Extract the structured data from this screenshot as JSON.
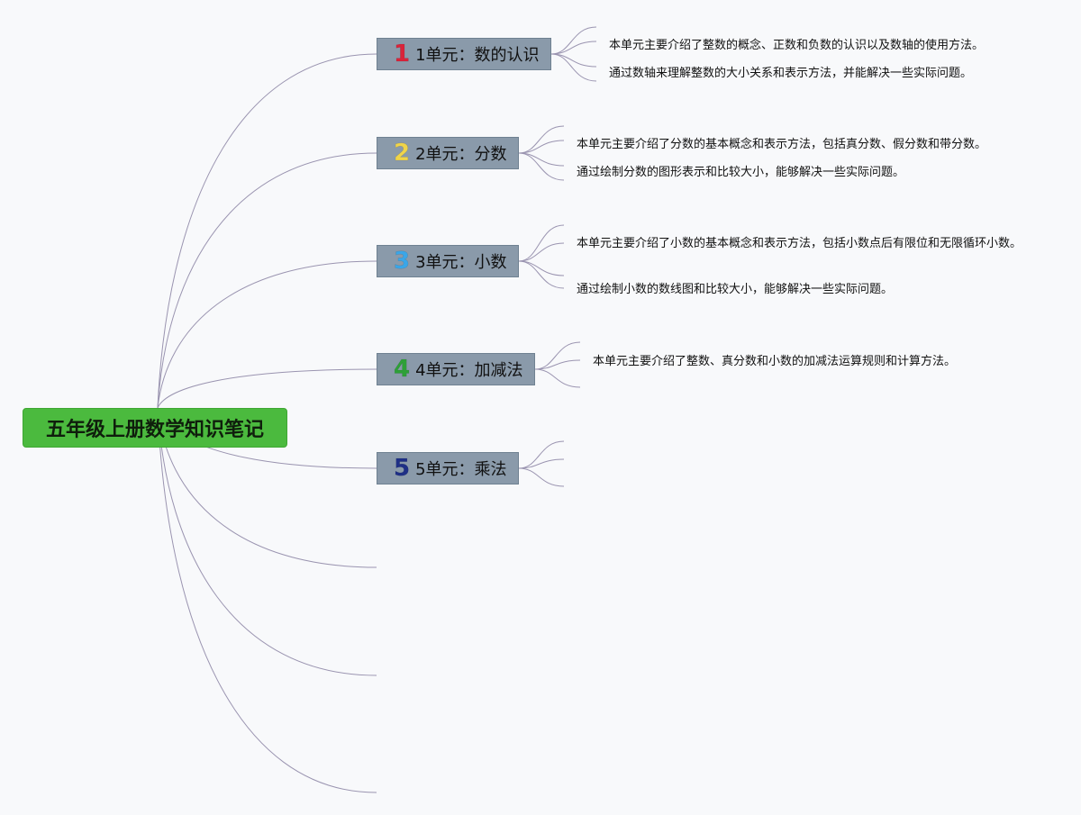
{
  "root": {
    "title": "五年级上册数学知识笔记"
  },
  "units": [
    {
      "number": "1",
      "number_color": "#d9243a",
      "label": "1单元：数的认识",
      "notes": [
        "本单元主要介绍了整数的概念、正数和负数的认识以及数轴的使用方法。",
        "通过数轴来理解整数的大小关系和表示方法，并能解决一些实际问题。"
      ]
    },
    {
      "number": "2",
      "number_color": "#f0d44a",
      "label": "2单元：分数",
      "notes": [
        "本单元主要介绍了分数的基本概念和表示方法，包括真分数、假分数和带分数。",
        "通过绘制分数的图形表示和比较大小，能够解决一些实际问题。"
      ]
    },
    {
      "number": "3",
      "number_color": "#3aa6e8",
      "label": "3单元：小数",
      "notes": [
        "本单元主要介绍了小数的基本概念和表示方法，包括小数点后有限位和无限循环小数。",
        "通过绘制小数的数线图和比较大小，能够解决一些实际问题。"
      ]
    },
    {
      "number": "4",
      "number_color": "#2ea038",
      "label": "4单元：加减法",
      "notes": [
        "本单元主要介绍了整数、真分数和小数的加减法运算规则和计算方法。"
      ]
    },
    {
      "number": "5",
      "number_color": "#1e2f86",
      "label": "5单元：乘法",
      "notes": []
    }
  ],
  "colors": {
    "background": "#f8f9fb",
    "root_fill": "#4bba3e",
    "unit_fill": "#8a9aaa",
    "connector": "#9a94b0"
  }
}
